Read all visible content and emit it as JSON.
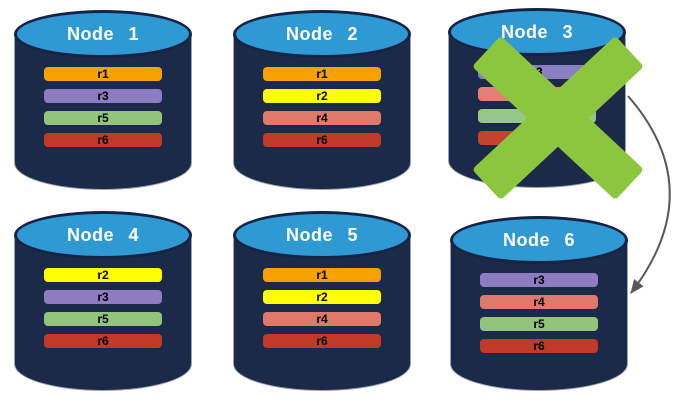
{
  "diagram": {
    "background": "#FFFFFF",
    "colors": {
      "cylinder_body": "#1B2A49",
      "cylinder_top": "#2F99D4",
      "cylinder_top_border": "#152444",
      "cylinder_outline": "#9AA4B4",
      "title_text": "#FFFFFF",
      "bar_text": "#000000",
      "x_mark": "#8CC63F",
      "arrow": "#595959"
    },
    "x_mark": {
      "color": "#8CC63F",
      "on_node": "Node 3"
    },
    "arrow": {
      "color": "#595959",
      "from": "Node 3",
      "to": "Node 6"
    },
    "nodes": [
      {
        "title": "Node 1",
        "failed": false,
        "bars": [
          {
            "label": "r1",
            "color": "#F6A100"
          },
          {
            "label": "r3",
            "color": "#8E7CC3"
          },
          {
            "label": "r5",
            "color": "#93C47D"
          },
          {
            "label": "r6",
            "color": "#C13A27"
          }
        ]
      },
      {
        "title": "Node 2",
        "failed": false,
        "bars": [
          {
            "label": "r1",
            "color": "#F6A100"
          },
          {
            "label": "r2",
            "color": "#FFFF00"
          },
          {
            "label": "r4",
            "color": "#DF7A6A"
          },
          {
            "label": "r6",
            "color": "#C13A27"
          }
        ]
      },
      {
        "title": "Node 3",
        "failed": true,
        "bars": [
          {
            "label": "r3",
            "color": "#8A7FC0"
          },
          {
            "label": "",
            "color": "#E18173"
          },
          {
            "label": "",
            "color": "#96C789"
          },
          {
            "label": "",
            "color": "#C4432F"
          }
        ]
      },
      {
        "title": "Node 4",
        "failed": false,
        "bars": [
          {
            "label": "r2",
            "color": "#FFFF00"
          },
          {
            "label": "r3",
            "color": "#8E7CC3"
          },
          {
            "label": "r5",
            "color": "#93C47D"
          },
          {
            "label": "r6",
            "color": "#C13A27"
          }
        ]
      },
      {
        "title": "Node 5",
        "failed": false,
        "bars": [
          {
            "label": "r1",
            "color": "#F6A100"
          },
          {
            "label": "r2",
            "color": "#FFFF00"
          },
          {
            "label": "r4",
            "color": "#DF7A6A"
          },
          {
            "label": "r6",
            "color": "#C13A27"
          }
        ]
      },
      {
        "title": "Node 6",
        "failed": false,
        "bars": [
          {
            "label": "r3",
            "color": "#8E7CC3"
          },
          {
            "label": "r4",
            "color": "#DF7A6A"
          },
          {
            "label": "r5",
            "color": "#93C47D"
          },
          {
            "label": "r6",
            "color": "#C13A27"
          }
        ]
      }
    ]
  }
}
